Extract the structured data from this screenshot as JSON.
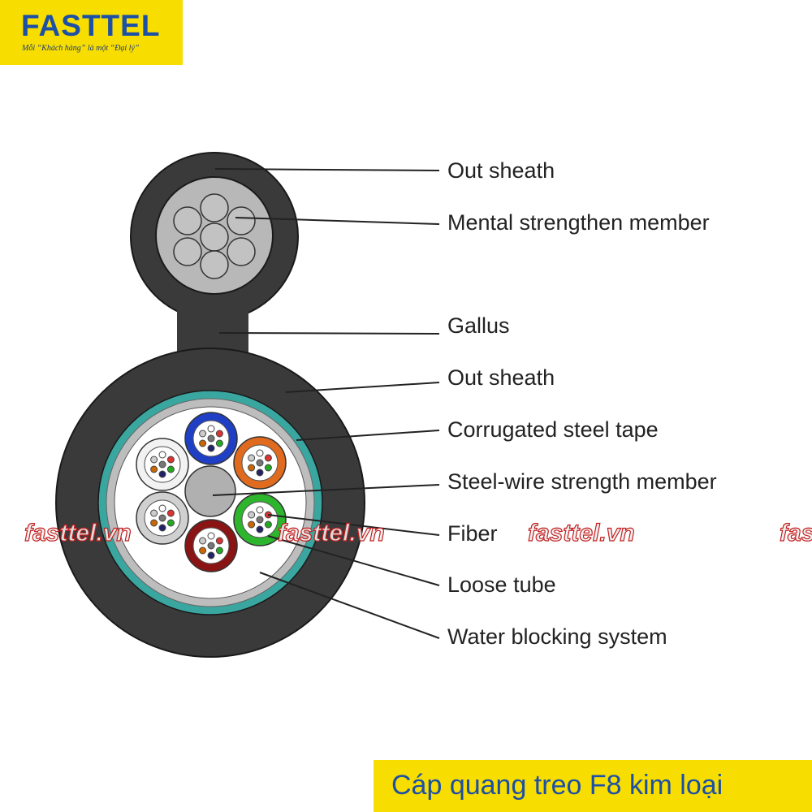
{
  "logo": {
    "name": "FASTTEL",
    "tagline": "Mỗi “Khách hàng” là một “Đại lý”"
  },
  "labels": [
    "Out sheath",
    "Mental strengthen member",
    "Gallus",
    "Out sheath",
    "Corrugated steel tape",
    "Steel-wire strength member",
    "Fiber",
    "Loose tube",
    "Water blocking system"
  ],
  "watermark": "fasttel.vn",
  "caption": "Cáp quang treo F8 kim loại",
  "colors": {
    "brand_yellow": "#f7dd00",
    "brand_blue": "#1c4fa6",
    "sheath": "#3a3a3a",
    "steel_tape": "#3aa6a0",
    "watermark_red": "#c41e1e",
    "tube_blue": "#1f3fc4",
    "tube_orange": "#e06a1e",
    "tube_green": "#2db52d",
    "tube_red": "#8a1414",
    "tube_white": "#f2f2f2",
    "tube_gray": "#d0d0d0"
  }
}
